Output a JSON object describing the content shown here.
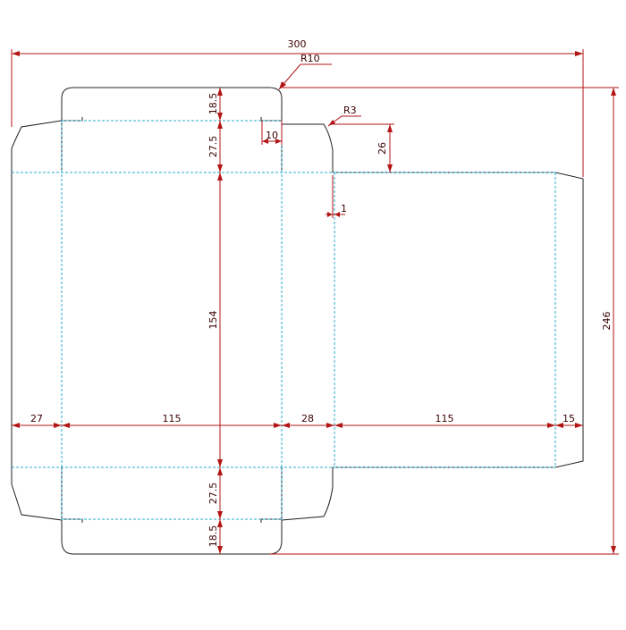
{
  "colors": {
    "cut_line": "#202020",
    "fold_line": "#29a9cf",
    "dimension": "#b31414",
    "dimension_text": "#3a0000",
    "background": "#ffffff"
  },
  "dimensions": {
    "overall_width": "300",
    "overall_height": "246",
    "radius_large": "R10",
    "radius_small": "R3",
    "tab_width": "10",
    "dust_flap_height": "26",
    "offset": "1",
    "top_tuck": "18.5",
    "top_flap": "27.5",
    "panel_height": "154",
    "bottom_flap": "27.5",
    "bottom_tuck": "18.5",
    "side_panel_1": "27",
    "front_panel": "115",
    "side_panel_2": "28",
    "back_panel": "115",
    "glue_flap": "15"
  }
}
